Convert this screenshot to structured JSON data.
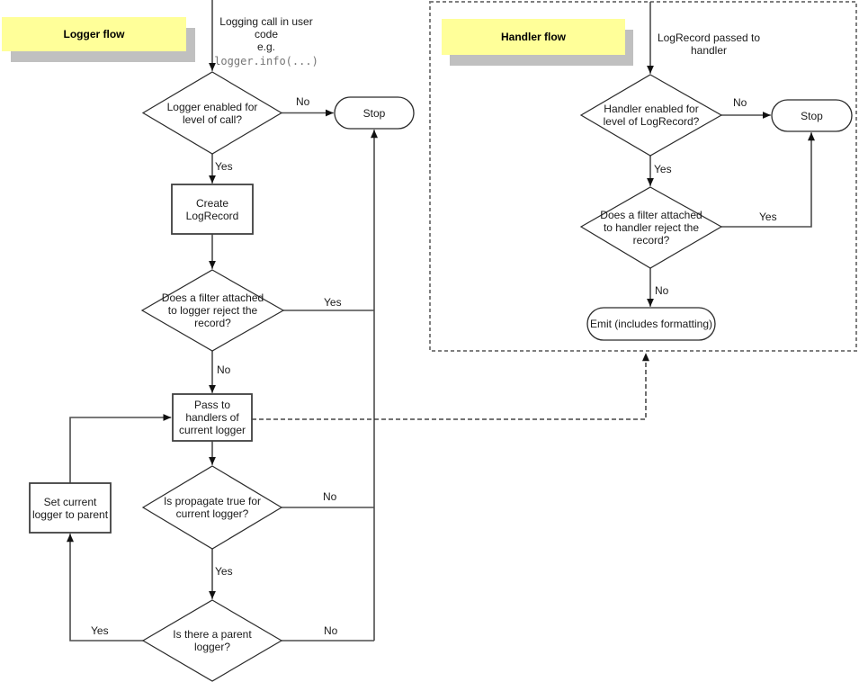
{
  "colors": {
    "label_background": "#ffff99",
    "label_shadow": "#c0c0c0",
    "connector_line": "#4d4d4d",
    "shape_outline": "#2b2b2b",
    "code_text": "#757575"
  },
  "logger_flow": {
    "title": "Logger flow",
    "entry": {
      "line1": "Logging call in user",
      "line2": "code",
      "line3": "e.g.",
      "code": "logger.info(...)"
    },
    "nodes": {
      "enabled_check": "Logger enabled for level of call?",
      "stop": "Stop",
      "create_record": "Create LogRecord",
      "filter_check": "Does a filter attached to logger reject the record?",
      "pass_handlers": "Pass to handlers of current logger",
      "propagate_check": "Is propagate true for current logger?",
      "parent_check": "Is there a parent logger?",
      "set_parent": "Set current logger to parent"
    },
    "edges": {
      "enabled_no": "No",
      "enabled_yes": "Yes",
      "filter_yes": "Yes",
      "filter_no": "No",
      "propagate_no": "No",
      "propagate_yes": "Yes",
      "parent_yes": "Yes",
      "parent_no": "No"
    }
  },
  "handler_flow": {
    "title": "Handler flow",
    "entry": "LogRecord passed to handler",
    "nodes": {
      "enabled_check": "Handler enabled for level of LogRecord?",
      "stop": "Stop",
      "filter_check": "Does a filter attached to handler reject the record?",
      "emit": "Emit (includes formatting)"
    },
    "edges": {
      "enabled_no": "No",
      "enabled_yes": "Yes",
      "filter_yes": "Yes",
      "filter_no": "No"
    }
  }
}
